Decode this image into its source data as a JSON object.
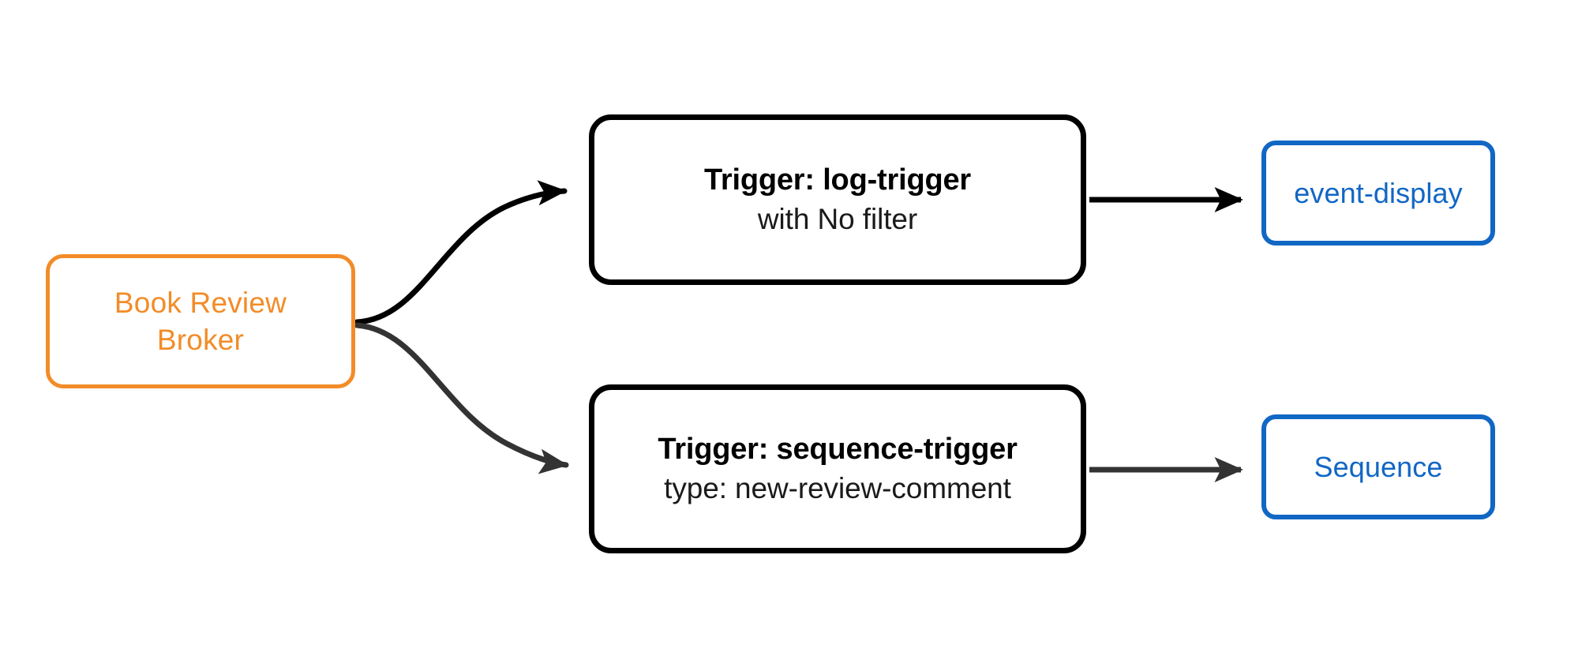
{
  "diagram": {
    "type": "flowchart",
    "direction": "left-to-right",
    "background_color": "#ffffff",
    "nodes": {
      "broker": {
        "id": "broker",
        "label_line1": "Book Review",
        "label_line2": "Broker",
        "border_color": "#F28C28",
        "text_color": "#F28C28",
        "shape": "rounded-rectangle"
      },
      "log_trigger": {
        "id": "log-trigger",
        "title": "Trigger: log-trigger",
        "subtitle": "with No filter",
        "border_color": "#000000",
        "text_color": "#000000",
        "shape": "rounded-rectangle"
      },
      "sequence_trigger": {
        "id": "sequence-trigger",
        "title": "Trigger: sequence-trigger",
        "subtitle": "type: new-review-comment",
        "border_color": "#000000",
        "text_color": "#000000",
        "shape": "rounded-rectangle"
      },
      "event_display": {
        "id": "event-display",
        "label": "event-display",
        "border_color": "#1167C4",
        "text_color": "#1167C4",
        "shape": "rounded-rectangle"
      },
      "sequence_sink": {
        "id": "Sequence",
        "label": "Sequence",
        "border_color": "#1167C4",
        "text_color": "#1167C4",
        "shape": "rounded-rectangle"
      }
    },
    "edges": [
      {
        "id": "broker-to-log-trigger",
        "from": "broker",
        "to": "log-trigger",
        "style": "curved",
        "color": "#000000",
        "arrowhead": "filled-triangle"
      },
      {
        "id": "broker-to-sequence-trigger",
        "from": "broker",
        "to": "sequence-trigger",
        "style": "curved",
        "color": "#333333",
        "arrowhead": "filled-triangle"
      },
      {
        "id": "log-trigger-to-event-display",
        "from": "log-trigger",
        "to": "event-display",
        "style": "straight",
        "color": "#000000",
        "arrowhead": "filled-triangle"
      },
      {
        "id": "sequence-trigger-to-sequence",
        "from": "sequence-trigger",
        "to": "Sequence",
        "style": "straight",
        "color": "#333333",
        "arrowhead": "filled-triangle"
      }
    ]
  }
}
